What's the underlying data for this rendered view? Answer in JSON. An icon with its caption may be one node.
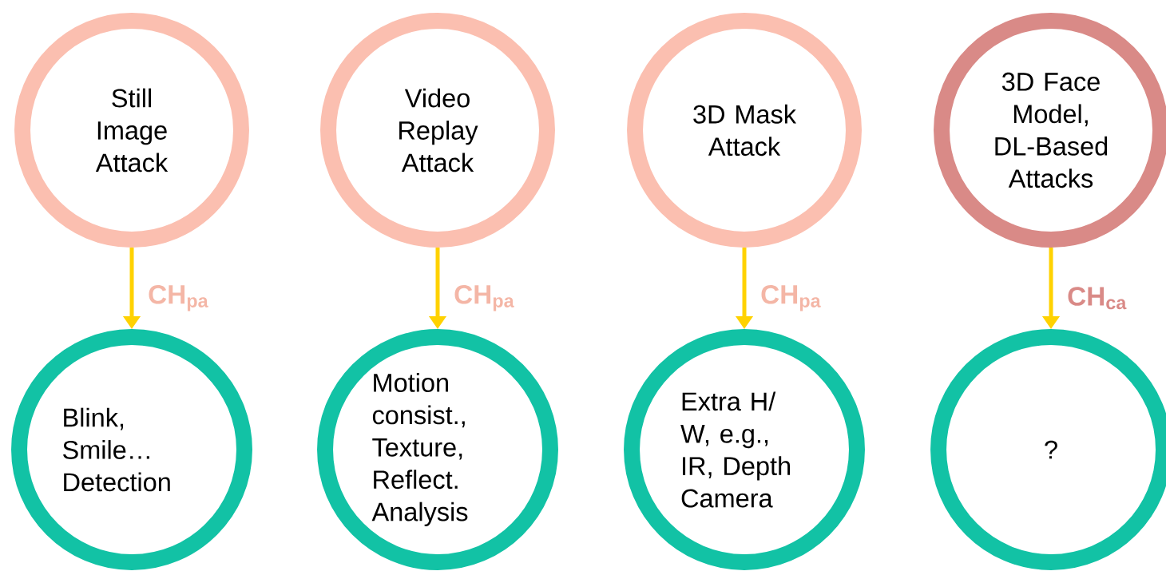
{
  "diagram": {
    "nodes": [
      {
        "text": [
          "Still Image Attack"
        ]
      },
      {
        "text": [
          "Video Replay Attack"
        ]
      },
      {
        "text": [
          "3D Mask Attack"
        ]
      },
      {
        "text": [
          "3D Face Model, DL-Based Attacks"
        ]
      },
      {
        "text": [
          "Blink, Smile… Detection"
        ]
      },
      {
        "text": [
          "Motion consist., Texture, Reflect. Analysis"
        ]
      },
      {
        "text": [
          "Extra H/ W, e.g., IR, Depth Camera"
        ]
      },
      {
        "text": [
          "?"
        ]
      }
    ],
    "edges": [
      {
        "from": 0,
        "to": 4,
        "arrow": "to",
        "label": "CH$_{pa}$"
      },
      {
        "from": 1,
        "to": 5,
        "arrow": "to",
        "label": "CH$_{pa}$"
      },
      {
        "from": 2,
        "to": 6,
        "arrow": "to",
        "label": "CH$_{pa}$"
      },
      {
        "from": 3,
        "to": 7,
        "arrow": "to",
        "label": "CH$_{ca}$"
      }
    ]
  }
}
